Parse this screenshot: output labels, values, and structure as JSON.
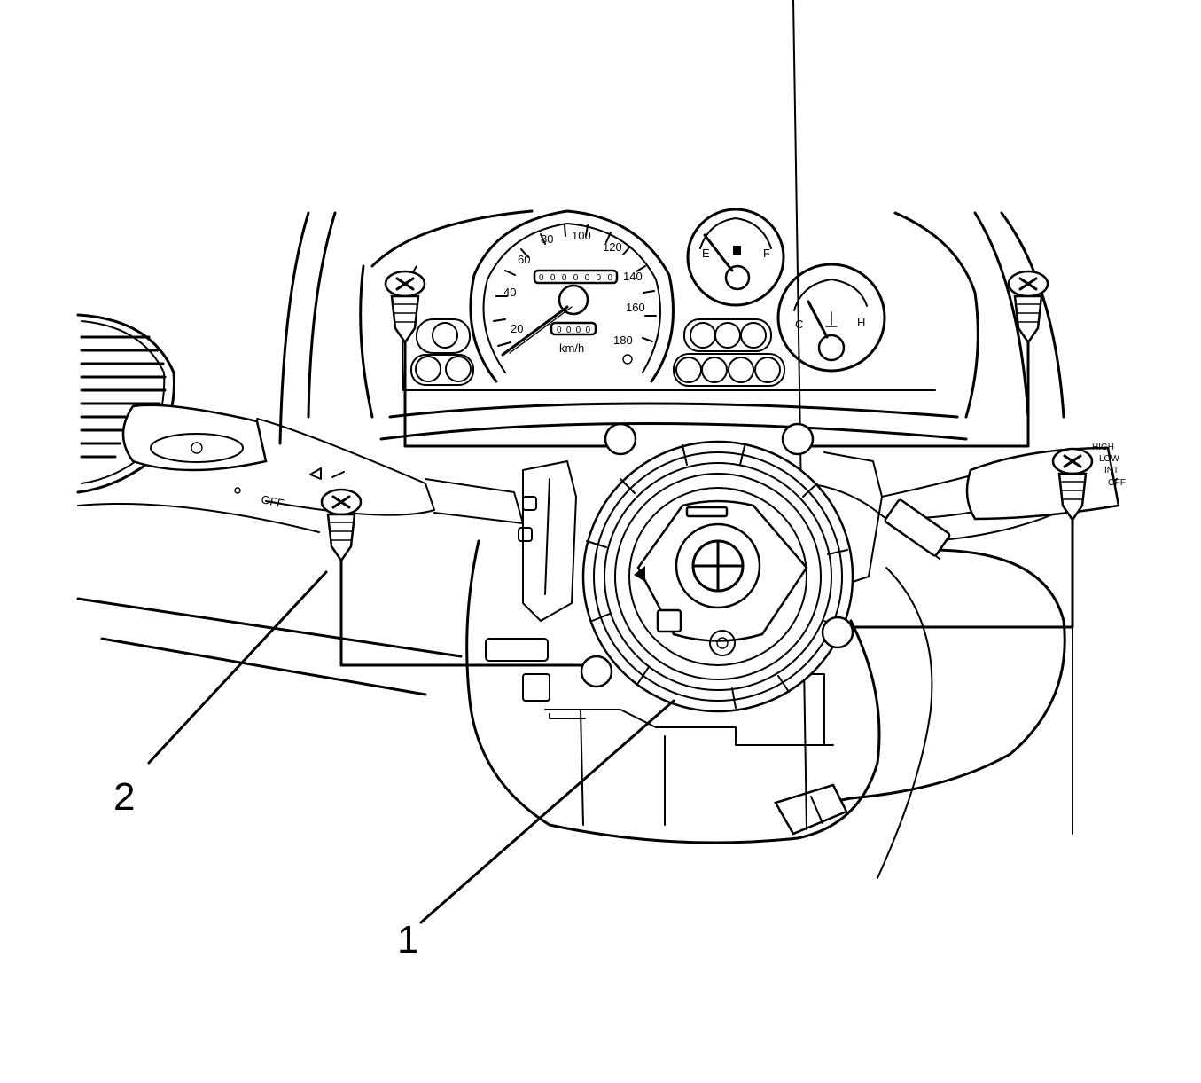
{
  "callouts": [
    {
      "number": "1",
      "label": "1"
    },
    {
      "number": "2",
      "label": "2"
    }
  ],
  "speedometer": {
    "ticks": [
      "20",
      "40",
      "60",
      "80",
      "100",
      "120",
      "140",
      "160",
      "180"
    ],
    "unit": "km/h",
    "odometer": "0000000",
    "trip": "0000"
  },
  "fuel_gauge": {
    "empty": "E",
    "full": "F"
  },
  "temp_gauge": {
    "cold": "C",
    "hot": "H"
  },
  "left_switch": {
    "off": "OFF"
  },
  "right_switch": {
    "high": "HIGH",
    "low": "LOW",
    "int": "INT",
    "off": "OFF"
  }
}
